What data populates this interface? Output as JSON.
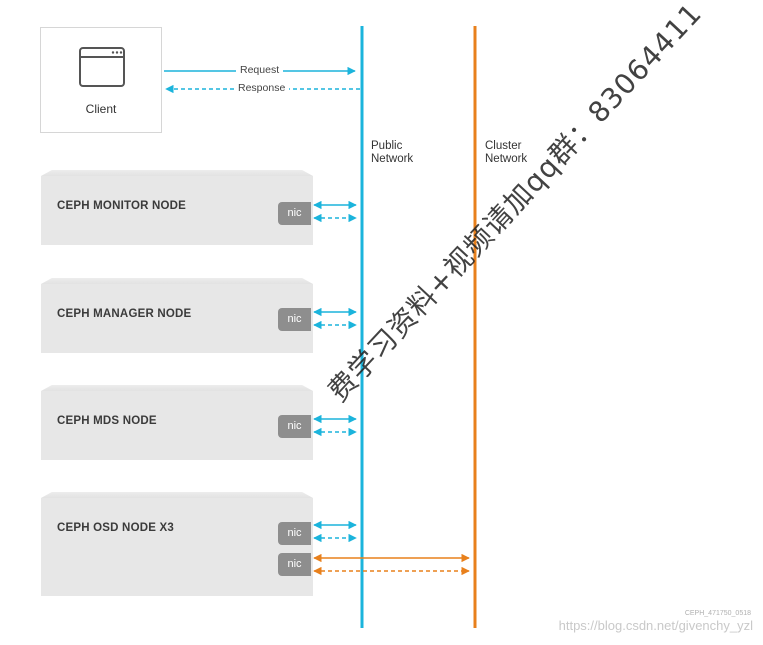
{
  "client": {
    "label": "Client"
  },
  "messages": {
    "request": "Request",
    "response": "Response"
  },
  "networks": {
    "public": {
      "label": "Public\nNetwork",
      "color": "#1bb4dc"
    },
    "cluster": {
      "label": "Cluster\nNetwork",
      "color": "#e8801c"
    }
  },
  "nodes": [
    {
      "title": "CEPH MONITOR NODE",
      "nics": [
        "nic"
      ]
    },
    {
      "title": "CEPH MANAGER NODE",
      "nics": [
        "nic"
      ]
    },
    {
      "title": "CEPH MDS NODE",
      "nics": [
        "nic"
      ]
    },
    {
      "title": "CEPH OSD NODE X3",
      "nics": [
        "nic",
        "nic"
      ]
    }
  ],
  "figure_code": "CEPH_471750_0518",
  "watermark": {
    "text": "费学习资料+视频请加qq群：83064411",
    "url": "https://blog.csdn.net/givenchy_yzl"
  }
}
